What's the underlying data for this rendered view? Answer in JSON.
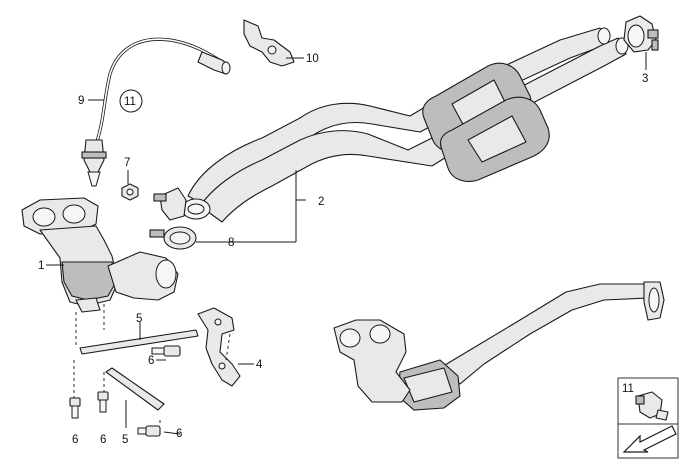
{
  "callouts": {
    "c1": "1",
    "c2": "2",
    "c3": "3",
    "c4": "4",
    "c5a": "5",
    "c5b": "5",
    "c6a": "6",
    "c6b": "6",
    "c6c": "6",
    "c6d": "6",
    "c7": "7",
    "c8": "8",
    "c9": "9",
    "c10": "10",
    "c11": "11"
  },
  "inset": {
    "label": "11",
    "icon": "arrow-icon"
  },
  "colors": {
    "line": "#1a1a1a",
    "fill": "#e9e9e9",
    "shade": "#bdbdbd"
  }
}
